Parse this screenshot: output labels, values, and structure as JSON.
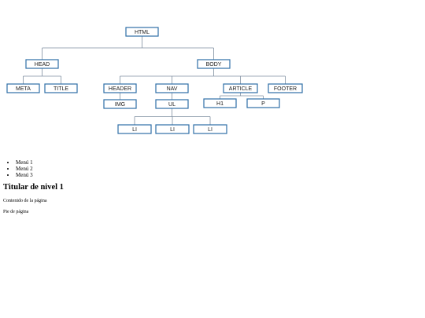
{
  "diagram": {
    "nodes": {
      "html": "HTML",
      "head": "HEAD",
      "body": "BODY",
      "meta": "META",
      "title": "TITLE",
      "header": "HEADER",
      "nav": "NAV",
      "article": "ARTICLE",
      "footer": "FOOTER",
      "img": "IMG",
      "ul": "UL",
      "h1": "H1",
      "p": "P",
      "li1": "LI",
      "li2": "LI",
      "li3": "LI"
    },
    "edges": [
      [
        "html",
        "head"
      ],
      [
        "html",
        "body"
      ],
      [
        "head",
        "meta"
      ],
      [
        "head",
        "title"
      ],
      [
        "body",
        "header"
      ],
      [
        "body",
        "nav"
      ],
      [
        "body",
        "article"
      ],
      [
        "body",
        "footer"
      ],
      [
        "header",
        "img"
      ],
      [
        "nav",
        "ul"
      ],
      [
        "article",
        "h1"
      ],
      [
        "article",
        "p"
      ],
      [
        "ul",
        "li1"
      ],
      [
        "ul",
        "li2"
      ],
      [
        "ul",
        "li3"
      ]
    ],
    "colors": {
      "box_border": "#2e6fa7",
      "connector": "#7f8fa0"
    }
  },
  "page": {
    "menu_items": [
      "Menú 1",
      "Menú 2",
      "Menú 3"
    ],
    "heading": "Titular de nivel 1",
    "content": "Contenido de la página",
    "footer": "Pie de página"
  }
}
